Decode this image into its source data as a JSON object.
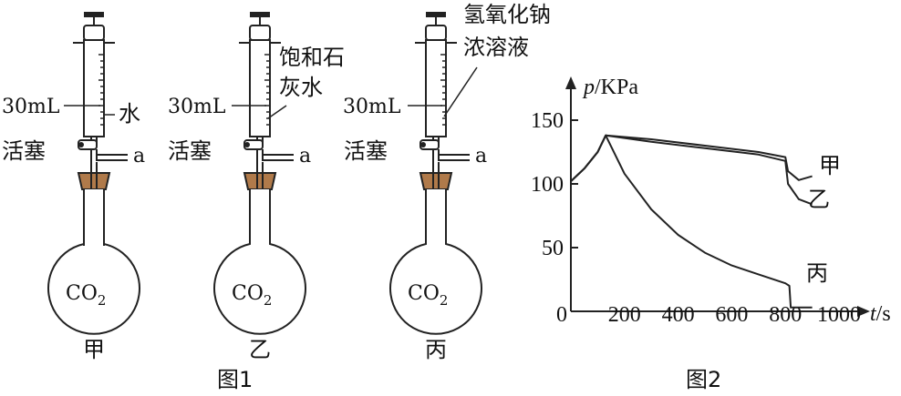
{
  "figure1": {
    "caption": "图1",
    "apparatus": [
      {
        "id": "jia",
        "name": "甲",
        "liquid_label": "水",
        "volume_label": "30mL",
        "valve_label": "活塞",
        "outlet_label": "a",
        "flask_label": "CO",
        "flask_sub": "2"
      },
      {
        "id": "yi",
        "name": "乙",
        "liquid_label_line1": "饱和石",
        "liquid_label_line2": "灰水",
        "volume_label": "30mL",
        "valve_label": "活塞",
        "outlet_label": "a",
        "flask_label": "CO",
        "flask_sub": "2"
      },
      {
        "id": "bing",
        "name": "丙",
        "liquid_label_line1": "氢氧化钠",
        "liquid_label_line2": "浓溶液",
        "volume_label": "30mL",
        "valve_label": "活塞",
        "outlet_label": "a",
        "flask_label": "CO",
        "flask_sub": "2"
      }
    ]
  },
  "figure2": {
    "caption": "图2",
    "chart_data": {
      "type": "line",
      "ylabel_var": "p",
      "ylabel_unit": "/KPa",
      "xlabel_var": "t",
      "xlabel_unit": "/s",
      "xlim": [
        0,
        1000
      ],
      "ylim": [
        0,
        150
      ],
      "x_ticks": [
        "0",
        "200",
        "400",
        "600",
        "800",
        "1000"
      ],
      "y_ticks": [
        "50",
        "100",
        "150"
      ],
      "series": [
        {
          "name": "甲",
          "x": [
            0,
            50,
            100,
            130,
            300,
            500,
            700,
            800,
            810,
            850,
            900
          ],
          "y": [
            102,
            112,
            125,
            138,
            135,
            130,
            125,
            121,
            110,
            103,
            106
          ]
        },
        {
          "name": "乙",
          "x": [
            0,
            50,
            100,
            130,
            300,
            500,
            700,
            800,
            810,
            850,
            900
          ],
          "y": [
            102,
            112,
            125,
            138,
            133,
            128,
            123,
            118,
            100,
            88,
            84
          ]
        },
        {
          "name": "丙",
          "x": [
            0,
            50,
            100,
            130,
            200,
            300,
            400,
            500,
            600,
            700,
            800,
            815,
            820,
            900
          ],
          "y": [
            102,
            112,
            125,
            138,
            108,
            80,
            60,
            46,
            36,
            29,
            22,
            20,
            3,
            3
          ]
        }
      ]
    }
  }
}
